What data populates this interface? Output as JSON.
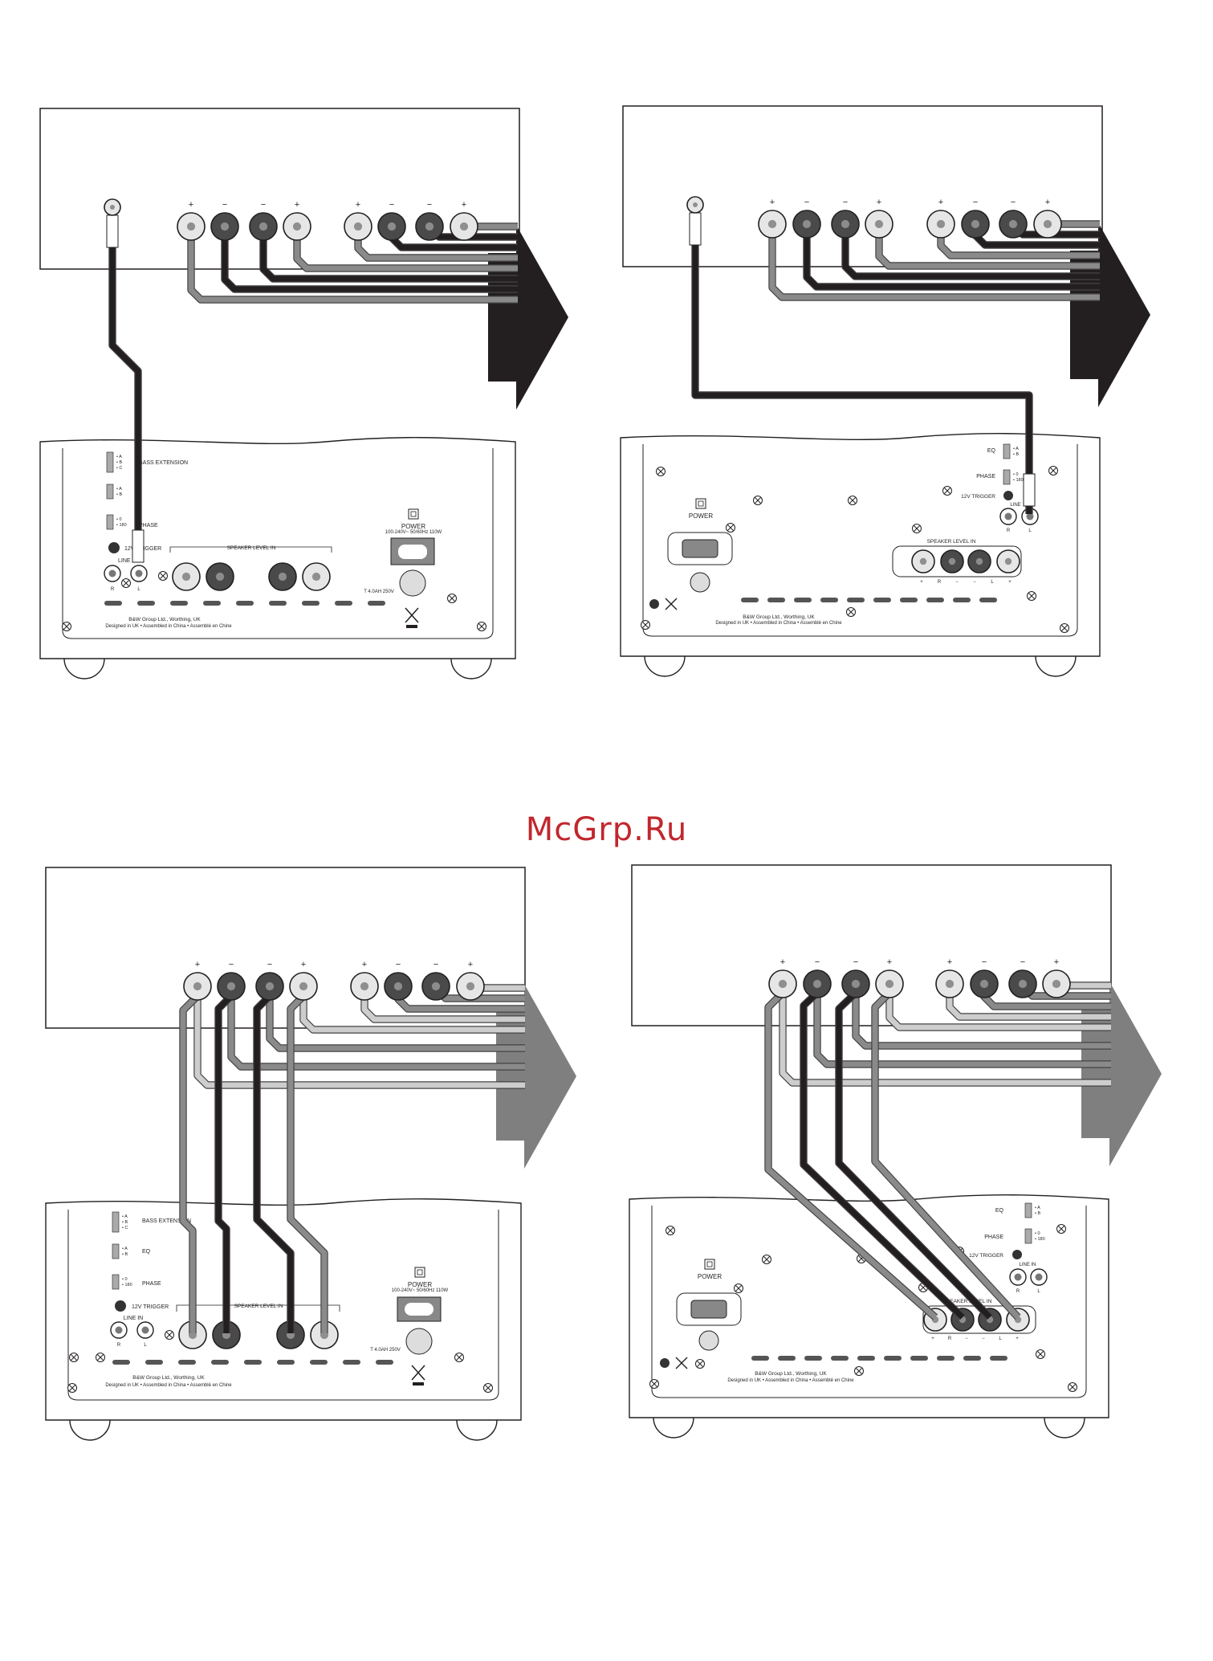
{
  "watermark": "McGrp.Ru",
  "colors": {
    "black": "#231f20",
    "dark_gray": "#5a5a5a",
    "mid_gray": "#8a8a8a",
    "light_gray": "#cdcdcd",
    "arrow_dark": "#231f20",
    "arrow_light": "#7f7f7f",
    "watermark": "#c1272d"
  },
  "polarity": [
    "+",
    "−",
    "−",
    "+",
    "+",
    "−",
    "−",
    "+"
  ],
  "labels": {
    "bass_extension": "BASS EXTENSION",
    "eq": "EQ",
    "phase": "PHASE",
    "trigger": "12V TRIGGER",
    "line_in": "LINE IN",
    "line_short": "LINE",
    "speaker_level_in": "SPEAKER LEVEL IN",
    "power": "POWER",
    "voltage": "100-240V~ 50/60Hz 110W",
    "fuse": "T 4.0AH 250V",
    "company": "B&W Group Ltd., Worthing, UK",
    "designed": "Designed in UK • Assembled in China • Assemblé en Chine",
    "switch_abc": [
      "A",
      "B",
      "C"
    ],
    "switch_ab": [
      "A",
      "B"
    ],
    "switch_phase": [
      "0",
      "180"
    ],
    "rl": [
      "R",
      "L"
    ],
    "speaker_marks": [
      "+",
      "R",
      "−",
      "−",
      "L",
      "+"
    ]
  }
}
